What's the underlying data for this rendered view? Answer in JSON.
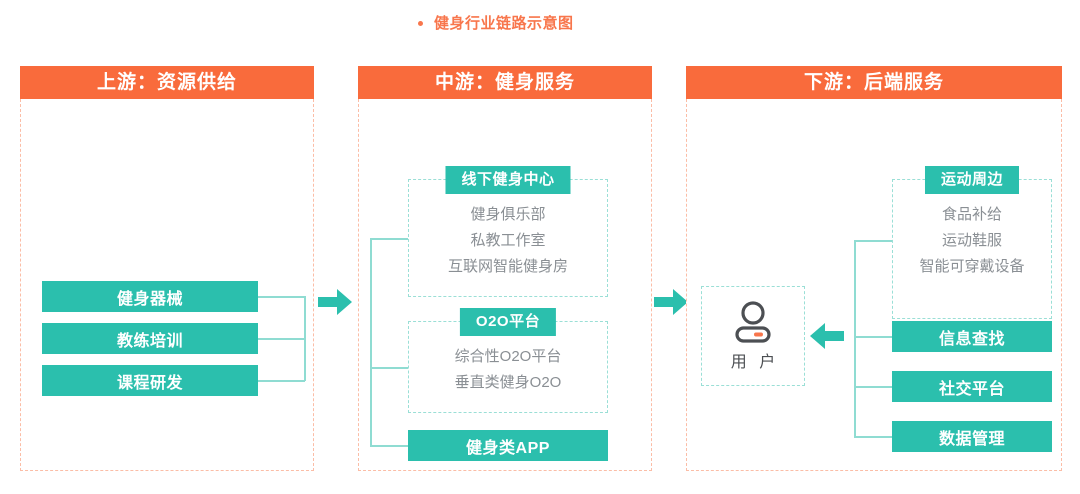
{
  "title": {
    "text": "健身行业链路示意图",
    "bullet": "bullet-dot",
    "color": "#f8764c"
  },
  "theme": {
    "orange": "#f96b3c",
    "teal": "#2bbfad",
    "teal_light": "#9adfd6",
    "dashed_orange": "#fbbda6",
    "item_text": "#8a8f94"
  },
  "columns": {
    "upstream": {
      "header": "上游：资源供给",
      "chips": [
        {
          "label": "健身器械"
        },
        {
          "label": "教练培训"
        },
        {
          "label": "课程研发"
        }
      ]
    },
    "midstream": {
      "header": "中游：健身服务",
      "groups": [
        {
          "title": "线下健身中心",
          "items": [
            "健身俱乐部",
            "私教工作室",
            "互联网智能健身房"
          ]
        },
        {
          "title": "O2O平台",
          "items": [
            "综合性O2O平台",
            "垂直类健身O2O"
          ]
        }
      ],
      "chips": [
        {
          "label": "健身类APP"
        }
      ]
    },
    "downstream": {
      "header": "下游：后端服务",
      "user": {
        "label": "用 户",
        "icon": "user-person-icon"
      },
      "groups": [
        {
          "title": "运动周边",
          "items": [
            "食品补给",
            "运动鞋服",
            "智能可穿戴设备"
          ]
        }
      ],
      "chips": [
        {
          "label": "信息查找"
        },
        {
          "label": "社交平台"
        },
        {
          "label": "数据管理"
        }
      ]
    }
  },
  "arrows": [
    {
      "name": "arrow-upstream-to-midstream",
      "direction": "right"
    },
    {
      "name": "arrow-midstream-to-downstream",
      "direction": "right"
    },
    {
      "name": "arrow-services-to-user",
      "direction": "left"
    }
  ]
}
